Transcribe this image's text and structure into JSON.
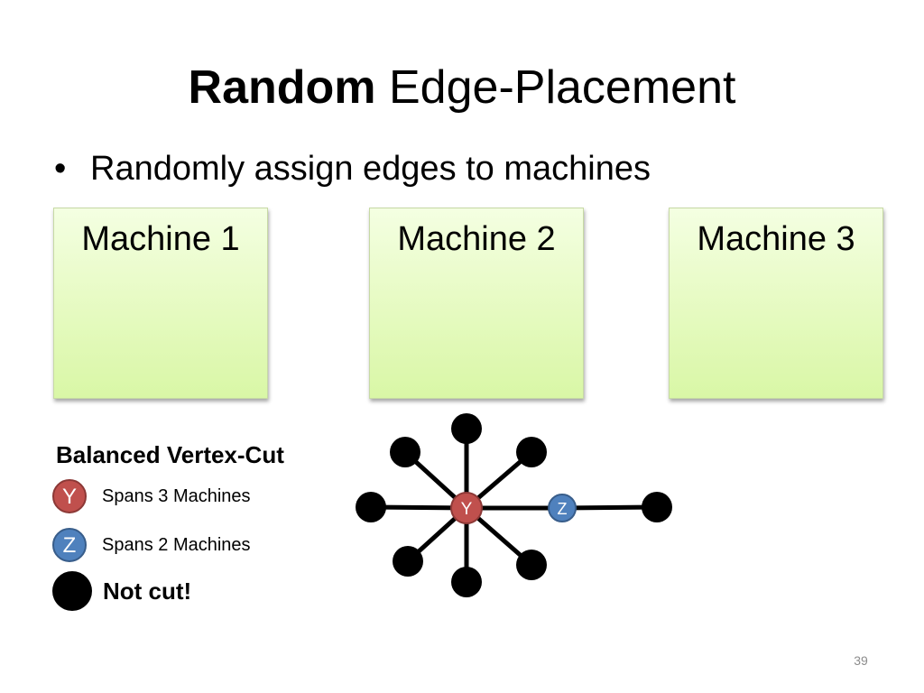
{
  "slide": {
    "title_bold": "Random",
    "title_rest": "Edge-Placement",
    "bullet_text": "Randomly assign edges to machines",
    "page_number": "39"
  },
  "machines": [
    {
      "label": "Machine 1"
    },
    {
      "label": "Machine 2"
    },
    {
      "label": "Machine 3"
    }
  ],
  "legend": {
    "title": "Balanced Vertex-Cut",
    "items": [
      {
        "symbol": "Y",
        "text": "Spans 3 Machines",
        "color": "#c0504d"
      },
      {
        "symbol": "Z",
        "text": "Spans 2 Machines",
        "color": "#4f81bd"
      },
      {
        "symbol": "",
        "text": "Not cut!",
        "color": "#000000"
      }
    ]
  },
  "graph": {
    "y_vertex_label": "Y",
    "z_vertex_label": "Z",
    "colors": {
      "y_vertex": "#c0504d",
      "z_vertex": "#4f81bd",
      "leaf_vertex": "#000000",
      "edge": "#000000"
    }
  }
}
